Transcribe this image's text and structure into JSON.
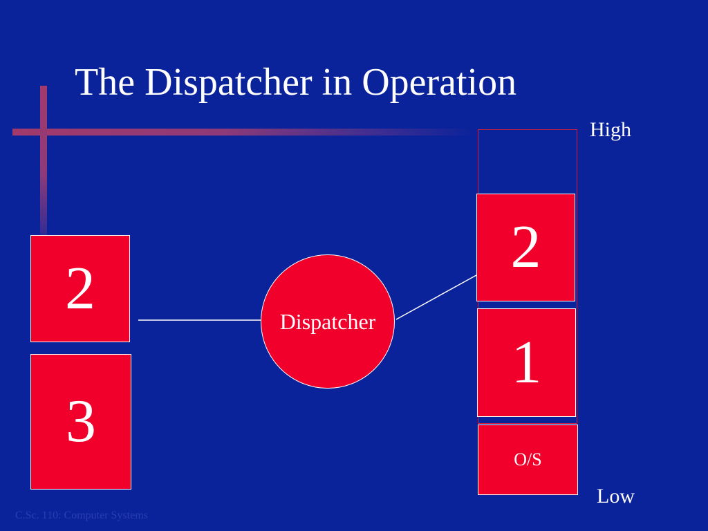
{
  "slide": {
    "title": "The Dispatcher in Operation",
    "footer": "C.Sc. 110: Computer Systems"
  },
  "queue": {
    "items": [
      "2",
      "3"
    ]
  },
  "dispatcher": {
    "label": "Dispatcher"
  },
  "memory": {
    "high_label": "High",
    "low_label": "Low",
    "blocks": [
      "2",
      "1",
      "O/S"
    ]
  },
  "colors": {
    "background": "#0a229a",
    "box_fill": "#f0002a",
    "text": "#ffffff"
  }
}
